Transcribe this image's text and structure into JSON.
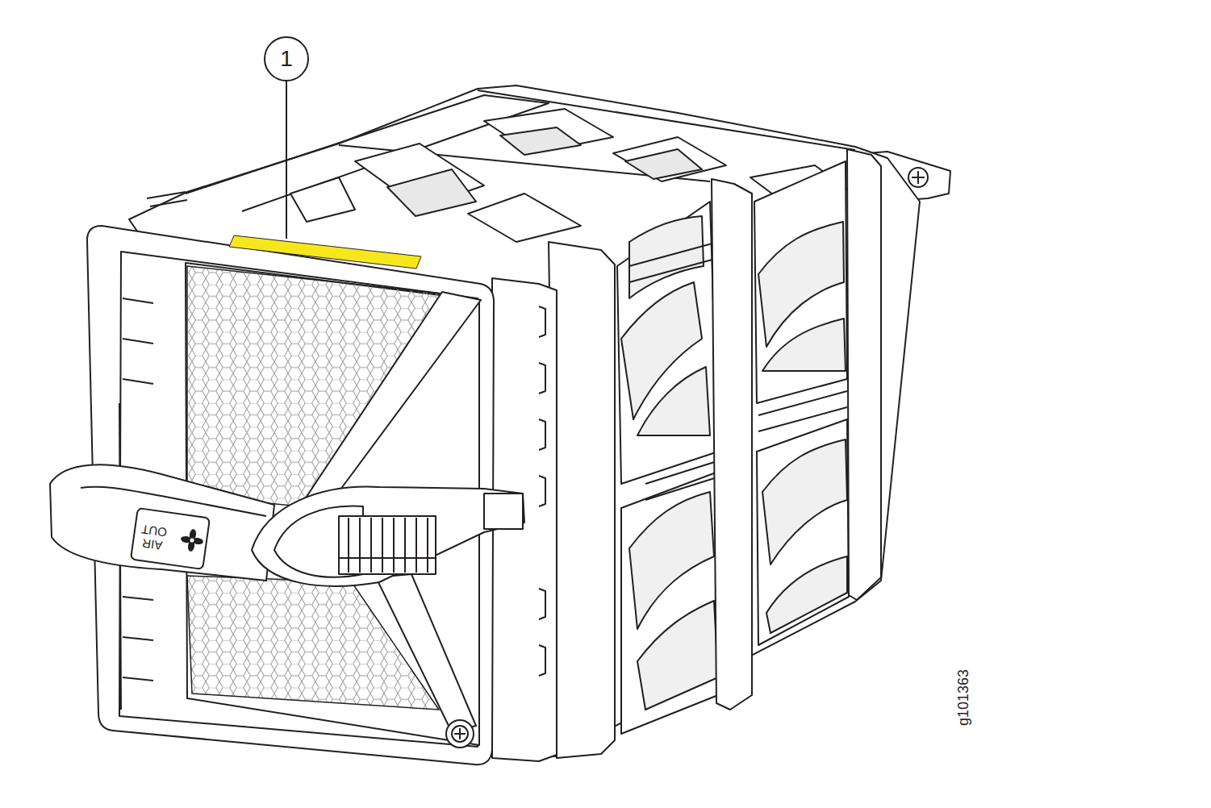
{
  "diagram": {
    "labels": [
      "1",
      "AIR OUT",
      "g101363"
    ]
  }
}
